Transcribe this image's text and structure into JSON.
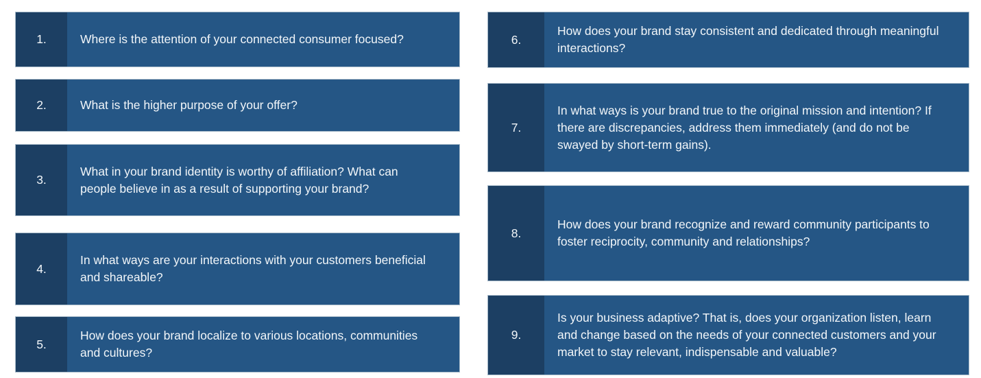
{
  "colors": {
    "page_background": "#ffffff",
    "number_cell_background": "#1c3f63",
    "card_body_background": "#255685",
    "card_border": "#a7bac9",
    "text": "#f2f6f9"
  },
  "columns": [
    {
      "items": [
        {
          "number": "1.",
          "question": "Where is the attention of your connected consumer focused?"
        },
        {
          "number": "2.",
          "question": "What is the higher purpose of your offer?"
        },
        {
          "number": "3.",
          "question": "What in your brand identity is worthy of affiliation? What can people believe in as a result of supporting your brand?"
        },
        {
          "number": "4.",
          "question": "In what ways are your interactions with your customers beneficial and shareable?"
        },
        {
          "number": "5.",
          "question": "How does your brand localize to various locations, communities and cultures?"
        }
      ]
    },
    {
      "items": [
        {
          "number": "6.",
          "question": "How does your brand stay consistent and dedicated through meaningful interactions?"
        },
        {
          "number": "7.",
          "question": "In what ways is your brand true to the original mission and intention? If there are discrepancies, address them immediately (and do not be swayed by short-term gains)."
        },
        {
          "number": "8.",
          "question": "How does your brand recognize and reward community participants to foster reciprocity, community and relationships?"
        },
        {
          "number": "9.",
          "question": "Is your business adaptive? That is, does your organization listen, learn and change based on the needs of your connected customers and your market to stay relevant, indispensable and valuable?"
        }
      ]
    }
  ]
}
